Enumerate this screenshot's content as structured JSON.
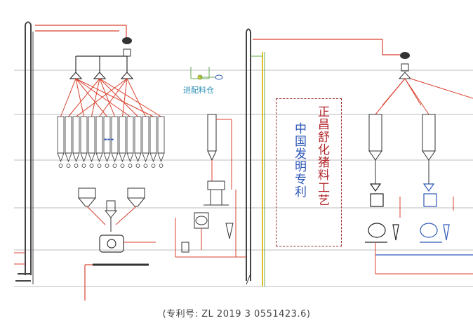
{
  "diagram": {
    "silo_label": "进配料仓",
    "patent_box": {
      "line1": "中国发明专利",
      "line2": "正昌舒化猪料工艺"
    }
  },
  "caption": "(专利号: ZL 2019 3 0551423.6)",
  "colors": {
    "line_red": "#d9422f",
    "line_dark": "#333333",
    "line_blue": "#2d58b8",
    "line_yellow": "#d9c22a",
    "line_green": "#6aa84f",
    "box_border": "#9b2a2a"
  }
}
